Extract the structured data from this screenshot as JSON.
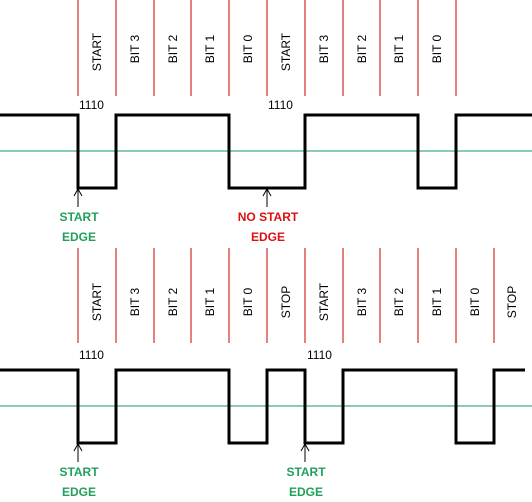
{
  "colors": {
    "bit_divider": "#cc0000",
    "threshold": "#1a9a5a",
    "signal": "#000000",
    "edge_ok": "#22a05a",
    "edge_bad": "#dd1111"
  },
  "top": {
    "bits": [
      "START",
      "BIT 3",
      "BIT 2",
      "BIT 1",
      "BIT 0",
      "START",
      "BIT 3",
      "BIT 2",
      "BIT 1",
      "BIT 0"
    ],
    "patterns": [
      "1110",
      "1110"
    ],
    "annotations": [
      {
        "line1": "START",
        "line2": "EDGE",
        "kind": "ok"
      },
      {
        "line1": "NO START",
        "line2": "EDGE",
        "kind": "bad"
      }
    ]
  },
  "bottom": {
    "bits": [
      "START",
      "BIT 3",
      "BIT 2",
      "BIT 1",
      "BIT 0",
      "STOP",
      "START",
      "BIT 3",
      "BIT 2",
      "BIT 1",
      "BIT 0",
      "STOP"
    ],
    "patterns": [
      "1110",
      "1110"
    ],
    "annotations": [
      {
        "line1": "START",
        "line2": "EDGE",
        "kind": "ok"
      },
      {
        "line1": "START",
        "line2": "EDGE",
        "kind": "ok"
      }
    ]
  }
}
